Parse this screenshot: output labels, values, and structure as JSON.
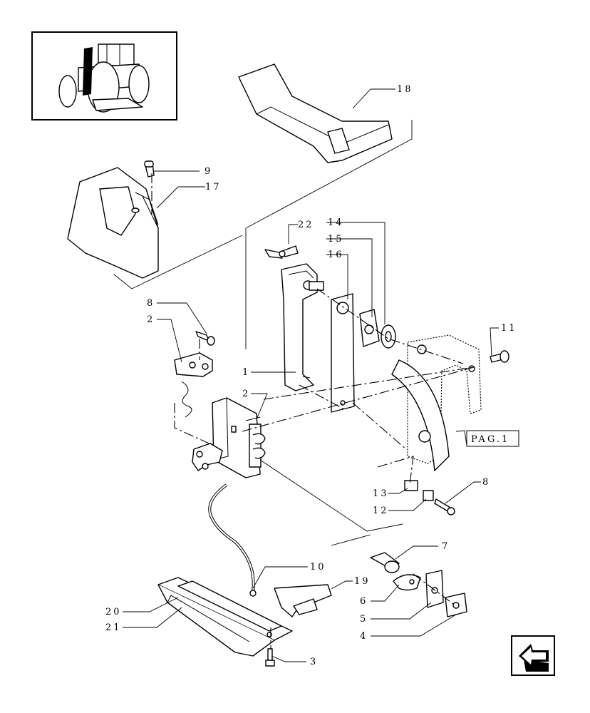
{
  "diagram": {
    "labels": {
      "p1": "1",
      "p2a": "2",
      "p2b": "2",
      "p3": "3",
      "p4": "4",
      "p5": "5",
      "p6": "6",
      "p7": "7",
      "p8a": "8",
      "p8b": "8",
      "p9": "9",
      "p10": "10",
      "p11": "11",
      "p12": "12",
      "p13": "13",
      "p14": "14",
      "p15": "15",
      "p16": "16",
      "p17": "17",
      "p18": "18",
      "p19": "19",
      "p20": "20",
      "p21": "21",
      "p22": "22"
    },
    "page_reference": "PAG.1"
  },
  "navigation": {
    "back_icon": "return-arrow-icon"
  }
}
